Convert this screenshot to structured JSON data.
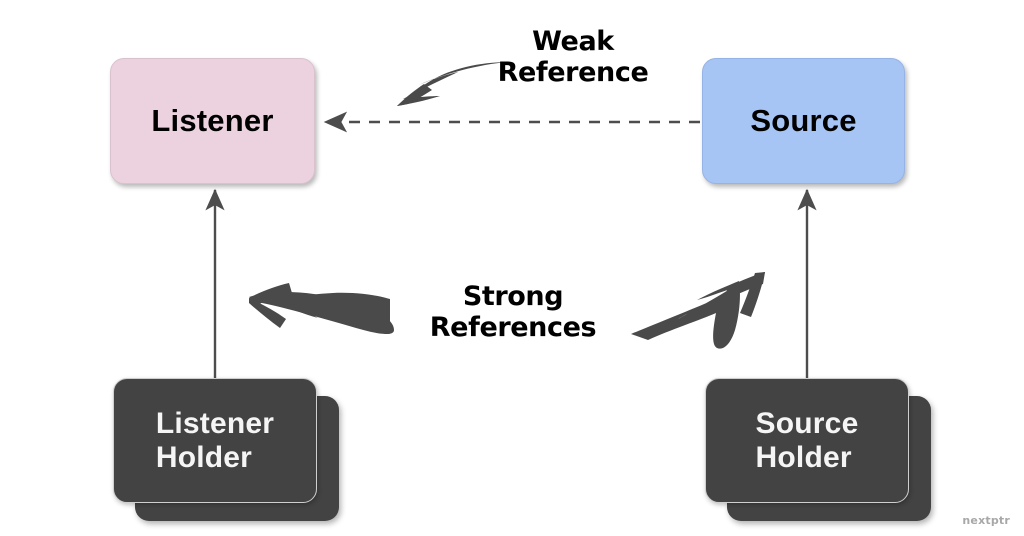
{
  "diagram": {
    "title_watermark": "nextptr",
    "background_color": "#ffffff",
    "nodes": [
      {
        "id": "listener",
        "label": "Listener",
        "fill": "#EBD2DE",
        "text_color": "#000000",
        "shape": "rounded-rect"
      },
      {
        "id": "source",
        "label": "Source",
        "fill": "#A6C4F4",
        "text_color": "#000000",
        "shape": "rounded-rect"
      },
      {
        "id": "listener-holder",
        "label": "Listener\nHolder",
        "fill": "#434343",
        "text_color": "#f5f5f5",
        "shape": "stacked-rounded-rect"
      },
      {
        "id": "source-holder",
        "label": "Source\nHolder",
        "fill": "#434343",
        "text_color": "#f5f5f5",
        "shape": "stacked-rounded-rect"
      }
    ],
    "edges": [
      {
        "id": "weak-reference-edge",
        "from": "source",
        "to": "listener",
        "style": "dashed",
        "color": "#4d4d4d",
        "arrowhead": "to"
      },
      {
        "id": "listener-holder-edge",
        "from": "listener-holder",
        "to": "listener",
        "style": "solid",
        "color": "#4d4d4d",
        "arrowhead": "to"
      },
      {
        "id": "source-holder-edge",
        "from": "source-holder",
        "to": "source",
        "style": "solid",
        "color": "#4d4d4d",
        "arrowhead": "to"
      }
    ],
    "annotations": [
      {
        "id": "weak-reference",
        "text": "Weak\nReference",
        "color": "#000000",
        "points_to": "weak-reference-edge"
      },
      {
        "id": "strong-references",
        "text": "Strong\nReferences",
        "color": "#000000",
        "points_to": "both-holder-edges"
      }
    ],
    "sketch_arrows": [
      {
        "id": "weak-reference-callout-arrow",
        "direction": "left",
        "color": "#4a4a4a"
      },
      {
        "id": "strong-left-callout-arrow",
        "direction": "left",
        "color": "#4a4a4a"
      },
      {
        "id": "strong-right-callout-arrow",
        "direction": "up-right",
        "color": "#4a4a4a"
      }
    ]
  }
}
